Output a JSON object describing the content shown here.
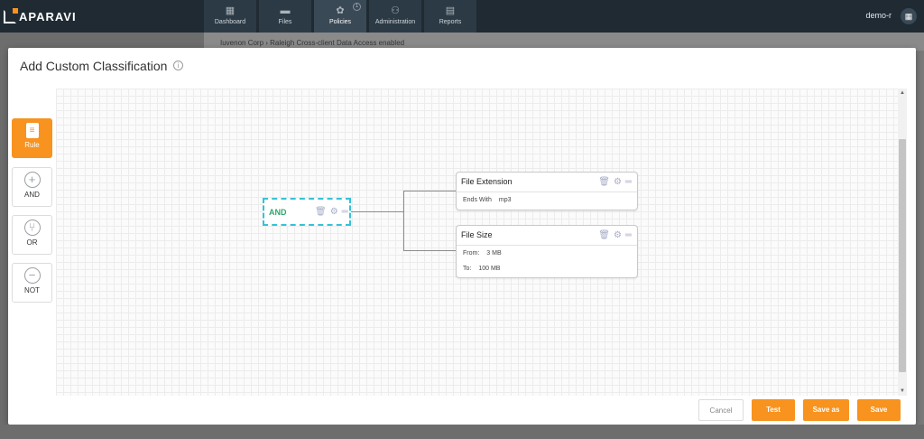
{
  "app": {
    "brand": "APARAVI",
    "user": "demo-r"
  },
  "nav": [
    {
      "label": "Dashboard",
      "icon": "dashboard-icon",
      "glyph": "▦"
    },
    {
      "label": "Files",
      "icon": "folder-icon",
      "glyph": "▬"
    },
    {
      "label": "Policies",
      "icon": "gear-icon",
      "glyph": "✿",
      "badge": "1"
    },
    {
      "label": "Administration",
      "icon": "users-icon",
      "glyph": "⚇"
    },
    {
      "label": "Reports",
      "icon": "report-icon",
      "glyph": "▤"
    }
  ],
  "background": {
    "breadcrumb": "Iuvenon Corp  ›  Raleigh      Cross-client Data Access enabled"
  },
  "modal": {
    "title": "Add Custom Classification",
    "info_glyph": "i"
  },
  "palette": [
    {
      "label": "Rule",
      "glyph": "≡",
      "active": true
    },
    {
      "label": "AND",
      "glyph": "+"
    },
    {
      "label": "OR",
      "glyph": "⑂"
    },
    {
      "label": "NOT",
      "glyph": "−"
    }
  ],
  "tools": {
    "delete_glyph": "🗑",
    "settings_glyph": "⚙",
    "drag_glyph": "═"
  },
  "flow": {
    "and_node": {
      "label": "AND"
    },
    "conditions": [
      {
        "title": "File Extension",
        "rows": [
          {
            "key": "Ends With",
            "value": "mp3"
          }
        ]
      },
      {
        "title": "File Size",
        "rows": [
          {
            "key": "From:",
            "value": "3 MB"
          },
          {
            "key": "To:",
            "value": "100 MB"
          }
        ]
      }
    ]
  },
  "buttons": {
    "cancel": "Cancel",
    "test": "Test",
    "save_as": "Save as",
    "save": "Save"
  },
  "colors": {
    "accent": "#f7931e",
    "and_border": "#36c2d6",
    "and_text": "#2fa86b",
    "topbar": "#1f2a33"
  }
}
